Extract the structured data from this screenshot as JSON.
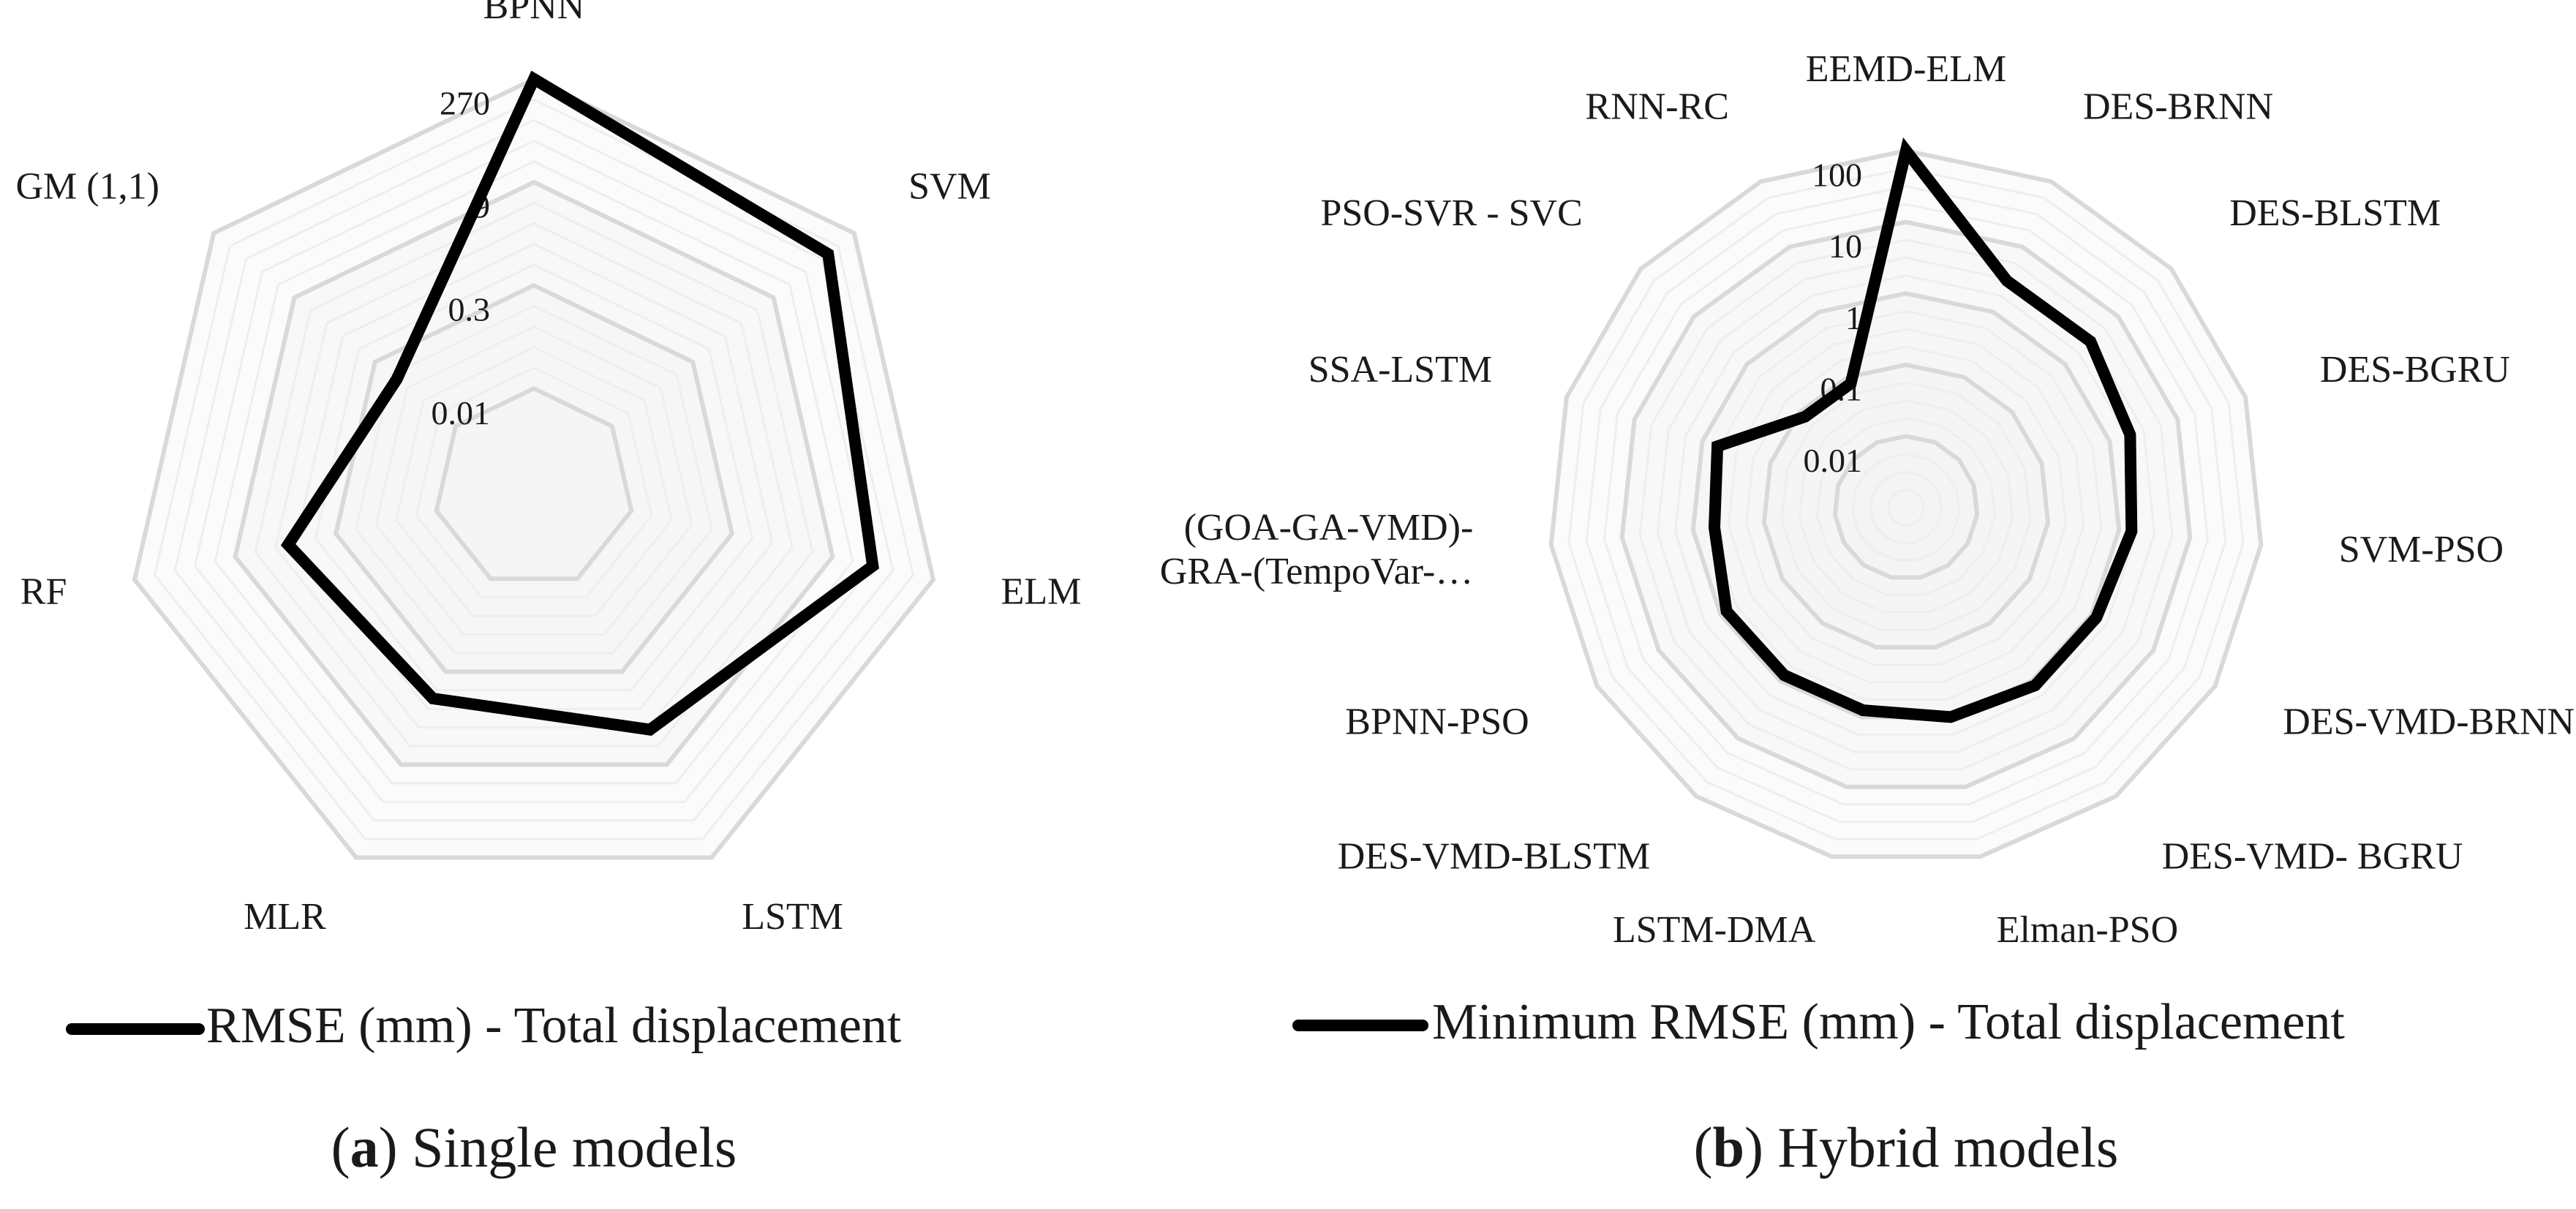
{
  "figure": {
    "caption_open": "(",
    "caption_close": ")",
    "colors": {
      "series": "#000000",
      "grid_major": "#d9d9d9",
      "grid_minor": "#eeeeee",
      "fill_band": "#f4f4f4",
      "text": "#1a1a1a"
    }
  },
  "chart_data": [
    {
      "type": "radar",
      "scale": "log",
      "panel_letter": "a",
      "caption": " Single models",
      "legend": "top-of-caption",
      "series_name": "RMSE (mm) - Total displacement",
      "categories": [
        "BPNN",
        "SVM",
        "ELM",
        "LSTM",
        "MLR",
        "RF",
        "GM (1,1)"
      ],
      "values": [
        270,
        90,
        35,
        2.5,
        0.8,
        1.5,
        0.12
      ],
      "ticks": [
        0.01,
        0.3,
        9,
        270
      ],
      "tick_labels": [
        "0.01",
        "0.3",
        "9",
        "270"
      ],
      "rmin": 0.00037,
      "rmax": 270,
      "minor_per_major": 5
    },
    {
      "type": "radar",
      "scale": "log",
      "panel_letter": "b",
      "caption": " Hybrid models",
      "legend": "top-of-caption",
      "series_name": "Minimum RMSE (mm) - Total displacement",
      "categories": [
        "EEMD-ELM",
        "DES-BRNN",
        "DES-BLSTM",
        "DES-BGRU",
        "SVM-PSO",
        "DES-VMD-BRNN",
        "DES-VMD- BGRU",
        "Elman-PSO",
        "LSTM-DMA",
        "DES-VMD-BLSTM",
        "BPNN-PSO",
        "(GOA-GA-VMD)-\nGRA-(TempoVar-…",
        "SSA-LSTM",
        "PSO-SVR - SVC",
        "RNN-RC"
      ],
      "values": [
        100,
        3.0,
        3.0,
        2.0,
        1.5,
        1.2,
        1.2,
        1.0,
        0.8,
        0.8,
        0.8,
        0.5,
        0.6,
        0.08,
        0.08
      ],
      "ticks": [
        0.01,
        0.1,
        1,
        10,
        100
      ],
      "tick_labels": [
        "0.01",
        "0.1",
        "1",
        "10",
        "100"
      ],
      "rmin": 0.001,
      "rmax": 100,
      "minor_per_major": 4
    }
  ]
}
